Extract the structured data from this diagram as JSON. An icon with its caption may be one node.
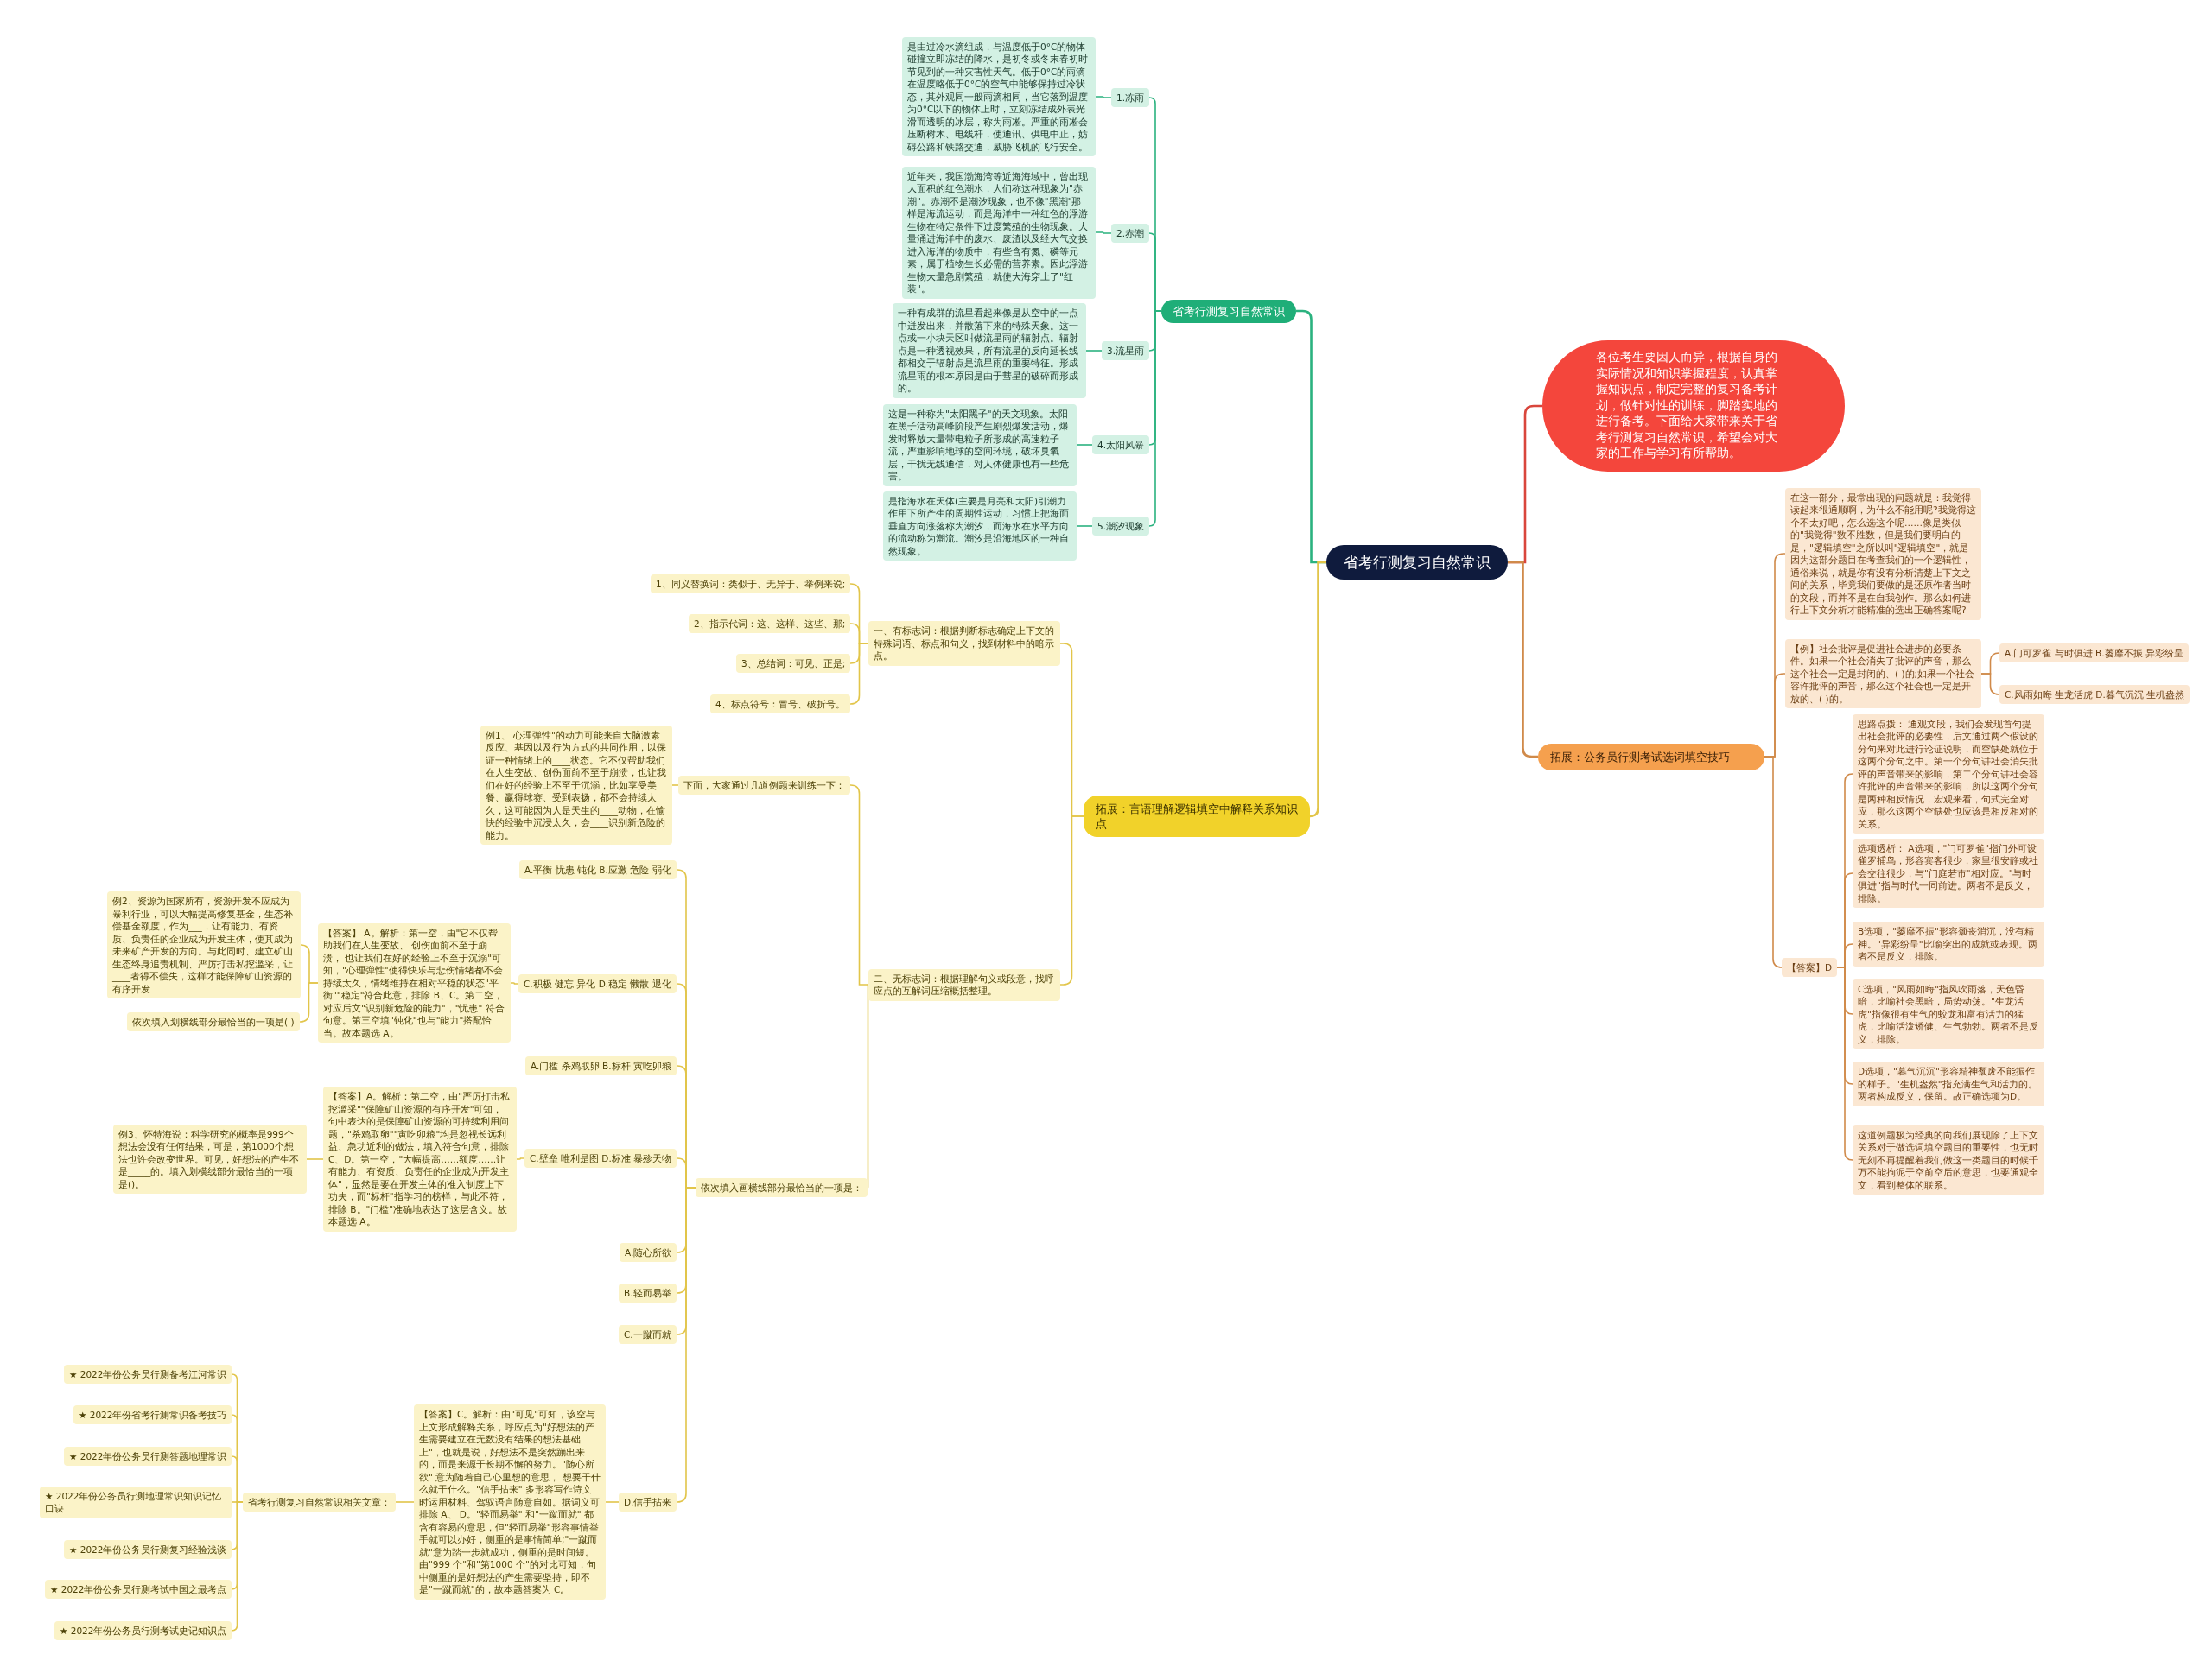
{
  "diagram": {
    "nodes": [
      {
        "text": [
          "省考行测复习自然常识"
        ]
      },
      {
        "text": [
          "省考行测复习自然常识"
        ]
      },
      {
        "text": [
          "1.冻雨"
        ]
      },
      {
        "text": [
          "是由过冷水滴组成，与温度低于0°C的物体碰撞立即冻结的降水，是初冬或冬末春初时节见到的一种灾害性天气。低于0°C的雨滴在温度略低于0°C的空气中能够保持过冷状态，其外观同一般雨滴相同，当它落到温度为0°C以下的物体上时，立刻冻结成外表光滑而透明的冰层，称为雨凇。严重的雨凇会压断树木、电线杆，使通讯、供电中止，妨碍公路和铁路交通，威胁飞机的飞行安全。"
        ]
      },
      {
        "text": [
          "2.赤潮"
        ]
      },
      {
        "text": [
          "近年来，我国渤海湾等近海海域中，曾出现大面积的红色潮水，人们称这种现象为\"赤潮\"。赤潮不是潮汐现象，也不像\"黑潮\"那样是海流运动，而是海洋中一种红色的浮游生物在特定条件下过度繁殖的生物现象。大量涌进海洋中的废水、废渣以及经大气交换进入海洋的物质中，有些含有氮、磷等元素，属于植物生长必需的营养素。因此浮游生物大量急剧繁殖，就使大海穿上了\"红装\"。"
        ]
      },
      {
        "text": [
          "3.流星雨"
        ]
      },
      {
        "text": [
          "一种有成群的流星看起来像是从空中的一点中迸发出来，并散落下来的特殊天象。这一点或一小块天区叫做流星雨的辐射点。辐射点是一种透视效果，所有流星的反向延长线都相交于辐射点是流星雨的重要特征。形成流星雨的根本原因是由于彗星的破碎而形成的。"
        ]
      },
      {
        "text": [
          "4.太阳风暴"
        ]
      },
      {
        "text": [
          "这是一种称为\"太阳黑子\"的天文现象。太阳在黑子活动高峰阶段产生剧烈爆发活动，爆发时释放大量带电粒子所形成的高速粒子流，严重影响地球的空间环境，破坏臭氧层，干扰无线通信，对人体健康也有一些危害。"
        ]
      },
      {
        "text": [
          "5.潮汐现象"
        ]
      },
      {
        "text": [
          "是指海水在天体(主要是月亮和太阳)引潮力作用下所产生的周期性运动，习惯上把海面垂直方向涨落称为潮汐，而海水在水平方向的流动称为潮流。潮汐是沿海地区的一种自然现象。"
        ]
      },
      {
        "text": [
          "各位考生要因人而异，根据自身的实际情况和知识掌握程度，认真掌握知识点，制定完整的复习备考计划，做针对性的训练，脚踏实地的进行备考。下面给大家带来关于省考行测复习自然常识，希望会对大家的工作与学习有所帮助。"
        ]
      },
      {
        "text": [
          "拓展：公务员行测考试选词填空技巧"
        ]
      },
      {
        "text": [
          "在这一部分，最常出现的问题就是：我觉得读起来很通顺啊，为什么不能用呢?我觉得这个不太好吧，怎么选这个呢……像是类似的\"我觉得\"数不胜数，但是我们要明白的是，\"逻辑填空\"之所以叫\"逻辑填空\"，就是因为这部分题目在考查我们的一个逻辑性，通俗来说，就是你有没有分析清楚上下文之间的关系，毕竟我们要做的是还原作者当时的文段，而并不是在自我创作。那么如何进行上下文分析才能精准的选出正确答案呢?"
        ]
      },
      {
        "text": [
          "【例】社会批评是促进社会进步的必要条件。如果一个社会消失了批评的声音，那么这个社会一定是封闭的、( )的;如果一个社会容许批评的声音，那么这个社会也一定是开放的、( )的。"
        ]
      },
      {
        "text": [
          "A.门可罗雀 与时俱进 B.萎靡不振 异彩纷呈"
        ]
      },
      {
        "text": [
          "C.风雨如晦 生龙活虎 D.暮气沉沉 生机盎然"
        ]
      },
      {
        "text": [
          "【答案】D"
        ]
      },
      {
        "text": [
          "思路点拨： 通观文段，我们会发现首句提出社会批评的必要性，后文通过两个假设的分句来对此进行论证说明，而空缺处就位于这两个分句之中。第一个分句讲社会消失批评的声音带来的影响，第二个分句讲社会容许批评的声音带来的影响，所以这两个分句是两种相反情况，宏观来看，句式完全对应，那么这两个空缺处也应该是相反相对的关系。"
        ]
      },
      {
        "text": [
          "选项透析： A选项，\"门可罗雀\"指门外可设雀罗捕鸟，形容宾客很少，家里很安静或社会交往很少，与\"门庭若市\"相对应。\"与时俱进\"指与时代一同前进。两者不是反义，排除。"
        ]
      },
      {
        "text": [
          "B选项，\"萎靡不振\"形容颓丧消沉，没有精神。\"异彩纷呈\"比喻突出的成就或表现。两者不是反义，排除。"
        ]
      },
      {
        "text": [
          "C选项，\"风雨如晦\"指风吹雨落，天色昏暗，比喻社会黑暗，局势动荡。\"生龙活虎\"指像很有生气的蛟龙和富有活力的猛虎，比喻活泼矫健、生气勃勃。两者不是反义，排除。"
        ]
      },
      {
        "text": [
          "D选项，\"暮气沉沉\"形容精神颓废不能振作的样子。\"生机盎然\"指充满生气和活力的。两者构成反义，保留。故正确选项为D。"
        ]
      },
      {
        "text": [
          "这道例题极为经典的向我们展现除了上下文关系对于做选词填空题目的重要性，也无时无刻不再提醒着我们做这一类题目的时候千万不能拘泥于空前空后的意思，也要通观全文，看到整体的联系。"
        ]
      },
      {
        "text": [
          "拓展：言语理解逻辑填空中解释关系知识点"
        ]
      },
      {
        "text": [
          "一、有标志词：根据判断标志确定上下文的特殊词语、标点和句义，找到材料中的暗示点。"
        ]
      },
      {
        "text": [
          "1、同义替换词：类似于、无异于、举例来说;"
        ]
      },
      {
        "text": [
          "2、指示代词：这、这样、这些、那;"
        ]
      },
      {
        "text": [
          "3、总结词：可见、正是;"
        ]
      },
      {
        "text": [
          "4、标点符号：冒号、破折号。"
        ]
      },
      {
        "text": [
          "二、无标志词：根据理解句义或段意，找呼应点的互解词压缩概括整理。"
        ]
      },
      {
        "text": [
          "下面，大家通过几道例题来训练一下："
        ]
      },
      {
        "text": [
          "例1、 心理弹性\"的动力可能来自大脑激素反应、基因以及行为方式的共同作用，以保证一种情绪上的____状态。它不仅帮助我们在人生变故、创伤面前不至于崩溃，也让我们在好的经验上不至于沉溺，比如享受美餐、赢得球赛、受到表扬，都不会持续太久，这可能因为人是天生的____动物，在愉快的经验中沉浸太久，会____识别新危险的能力。"
        ]
      },
      {
        "text": [
          "依次填入画横线部分最恰当的一项是："
        ]
      },
      {
        "text": [
          "A.平衡 忧患 钝化 B.应激 危险 弱化"
        ]
      },
      {
        "text": [
          "C.积极 健忘 异化 D.稳定 懒散 退化"
        ]
      },
      {
        "text": [
          "【答案】 A。解析：第一空，由\"它不仅帮助我们在人生变故、 创伤面前不至于崩溃， 也让我们在好的经验上不至于沉溺\"可知，\"心理弹性\"使得快乐与悲伤情绪都不会持续太久，情绪维持在相对平稳的状态\"平衡\"\"稳定\"符合此意，排除 B、C。第二空，对应后文\"识别新危险的能力\"，\"忧患\" 符合句意。第三空填\"钝化\"也与\"能力\"搭配恰当。故本题选 A。"
        ]
      },
      {
        "text": [
          "例2、资源为国家所有，资源开发不应成为暴利行业，可以大幅提高修复基金，生态补偿基金额度，作为___，让有能力、有资质、负责任的企业成为开发主体，使其成为未来矿产开发的方向。与此同时、建立矿山生态终身追责机制、严厉打击私挖滥采，让____者得不偿失，这样才能保障矿山资源的有序开发"
        ]
      },
      {
        "text": [
          "依次填入划横线部分最恰当的一项是( )"
        ]
      },
      {
        "text": [
          "A.门槛 杀鸡取卵 B.标杆 寅吃卯粮"
        ]
      },
      {
        "text": [
          "C.壁垒 唯利是图 D.标准 暴殄天物"
        ]
      },
      {
        "text": [
          "【答案】A。解析：第二空，由\"严厉打击私挖滥采\"\"保障矿山资源的有序开发\"可知，句中表达的是保障矿山资源的可持续利用问题，\"杀鸡取卵\"\"寅吃卯粮\"均是忽视长远利益、急功近利的做法，填入符合句意，排除 C、D。第一空，\"大幅提高……额度……让有能力、有资质、负责任的企业成为开发主体\"，显然是要在开发主体的准入制度上下功夫，而\"标杆\"指学习的榜样，与此不符，排除 B。\"门槛\"准确地表达了这层含义。故本题选 A。"
        ]
      },
      {
        "text": [
          "例3、怀特海说：科学研究的概率是999个想法会没有任何结果，可是，第1000个想法也许会改变世界。可见，好想法的产生不是_____的。填入划横线部分最恰当的一项是()。"
        ]
      },
      {
        "text": [
          "A.随心所欲"
        ]
      },
      {
        "text": [
          "B.轻而易举"
        ]
      },
      {
        "text": [
          "C.一蹴而就"
        ]
      },
      {
        "text": [
          "D.信手拈来"
        ]
      },
      {
        "text": [
          "【答案】C。解析：由\"可见\"可知，该空与上文形成解释关系，呼应点为\"好想法的产生需要建立在无数没有结果的想法基础上\"，也就是说，好想法不是突然蹦出来的，而是来源于长期不懈的努力。\"随心所欲\" 意为随着自己心里想的意思， 想要干什么就干什么。\"信手拈来\" 多形容写作诗文时运用材料、驾驭语言随意自如。据词义可排除 A、 D。\"轻而易举\" 和\"一蹴而就\" 都含有容易的意思，但\"轻而易举\"形容事情举手就可以办好，侧重的是事情简单;\"一蹴而就\"意为踏一步就成功，侧重的是时间短。由\"999 个\"和\"第1000 个\"的对比可知，句中侧重的是好想法的产生需要坚持，即不是\"一蹴而就\"的，故本题答案为 C。"
        ]
      },
      {
        "text": [
          "省考行测复习自然常识相关文章："
        ]
      },
      {
        "text": [
          "★ 2022年份公务员行测备考江河常识"
        ]
      },
      {
        "text": [
          "★ 2022年份省考行测常识备考技巧"
        ]
      },
      {
        "text": [
          "★ 2022年份公务员行测答题地理常识"
        ]
      },
      {
        "text": [
          "★ 2022年份公务员行测地理常识知识记忆口诀"
        ]
      },
      {
        "text": [
          "★ 2022年份公务员行测复习经验浅谈"
        ]
      },
      {
        "text": [
          "★ 2022年份公务员行测考试中国之最考点"
        ]
      },
      {
        "text": [
          "★ 2022年份公务员行测考试史记知识点"
        ]
      }
    ],
    "edges": [
      {
        "from": 0,
        "to": 1,
        "arrow": "none",
        "color": "#2bb27f"
      },
      {
        "from": 1,
        "to": 2,
        "arrow": "none",
        "color": "#2bb27f"
      },
      {
        "from": 2,
        "to": 3,
        "arrow": "none",
        "color": "#2bb27f"
      },
      {
        "from": 1,
        "to": 4,
        "arrow": "none",
        "color": "#2bb27f"
      },
      {
        "from": 4,
        "to": 5,
        "arrow": "none",
        "color": "#2bb27f"
      },
      {
        "from": 1,
        "to": 6,
        "arrow": "none",
        "color": "#2bb27f"
      },
      {
        "from": 6,
        "to": 7,
        "arrow": "none",
        "color": "#2bb27f"
      },
      {
        "from": 1,
        "to": 8,
        "arrow": "none",
        "color": "#2bb27f"
      },
      {
        "from": 8,
        "to": 9,
        "arrow": "none",
        "color": "#2bb27f"
      },
      {
        "from": 1,
        "to": 10,
        "arrow": "none",
        "color": "#2bb27f"
      },
      {
        "from": 10,
        "to": 11,
        "arrow": "none",
        "color": "#2bb27f"
      },
      {
        "from": 0,
        "to": 12,
        "arrow": "none",
        "color": "#d9463c"
      },
      {
        "from": 0,
        "to": 13,
        "arrow": "none",
        "color": "#d08a4a"
      },
      {
        "from": 13,
        "to": 14,
        "arrow": "none",
        "color": "#d08a4a"
      },
      {
        "from": 13,
        "to": 15,
        "arrow": "none",
        "color": "#d08a4a"
      },
      {
        "from": 15,
        "to": 16,
        "arrow": "none",
        "color": "#d08a4a"
      },
      {
        "from": 15,
        "to": 17,
        "arrow": "none",
        "color": "#d08a4a"
      },
      {
        "from": 13,
        "to": 18,
        "arrow": "none",
        "color": "#d08a4a"
      },
      {
        "from": 18,
        "to": 19,
        "arrow": "none",
        "color": "#d08a4a"
      },
      {
        "from": 18,
        "to": 20,
        "arrow": "none",
        "color": "#d08a4a"
      },
      {
        "from": 18,
        "to": 21,
        "arrow": "none",
        "color": "#d08a4a"
      },
      {
        "from": 18,
        "to": 22,
        "arrow": "none",
        "color": "#d08a4a"
      },
      {
        "from": 18,
        "to": 23,
        "arrow": "none",
        "color": "#d08a4a"
      },
      {
        "from": 18,
        "to": 24,
        "arrow": "none",
        "color": "#d08a4a"
      },
      {
        "from": 0,
        "to": 25,
        "arrow": "none"
      },
      {
        "from": 25,
        "to": 26,
        "arrow": "none"
      },
      {
        "from": 26,
        "to": 27,
        "arrow": "none"
      },
      {
        "from": 26,
        "to": 28,
        "arrow": "none"
      },
      {
        "from": 26,
        "to": 29,
        "arrow": "none"
      },
      {
        "from": 26,
        "to": 30,
        "arrow": "none"
      },
      {
        "from": 25,
        "to": 31,
        "arrow": "none"
      },
      {
        "from": 31,
        "to": 32,
        "arrow": "none"
      },
      {
        "from": 32,
        "to": 33,
        "arrow": "none"
      },
      {
        "from": 31,
        "to": 34,
        "arrow": "none"
      },
      {
        "from": 34,
        "to": 35,
        "arrow": "none"
      },
      {
        "from": 34,
        "to": 36,
        "arrow": "none"
      },
      {
        "from": 36,
        "to": 37,
        "arrow": "none"
      },
      {
        "from": 37,
        "to": 38,
        "arrow": "none"
      },
      {
        "from": 37,
        "to": 39,
        "arrow": "none"
      },
      {
        "from": 34,
        "to": 40,
        "arrow": "none"
      },
      {
        "from": 34,
        "to": 41,
        "arrow": "none"
      },
      {
        "from": 41,
        "to": 42,
        "arrow": "none"
      },
      {
        "from": 42,
        "to": 43,
        "arrow": "none"
      },
      {
        "from": 34,
        "to": 44,
        "arrow": "none"
      },
      {
        "from": 34,
        "to": 45,
        "arrow": "none"
      },
      {
        "from": 34,
        "to": 46,
        "arrow": "none"
      },
      {
        "from": 34,
        "to": 47,
        "arrow": "none"
      },
      {
        "from": 47,
        "to": 48,
        "arrow": "none"
      },
      {
        "from": 48,
        "to": 49,
        "arrow": "none"
      },
      {
        "from": 49,
        "to": 50,
        "arrow": "none"
      },
      {
        "from": 49,
        "to": 51,
        "arrow": "none"
      },
      {
        "from": 49,
        "to": 52,
        "arrow": "none"
      },
      {
        "from": 49,
        "to": 53,
        "arrow": "none"
      },
      {
        "from": 49,
        "to": 54,
        "arrow": "none"
      },
      {
        "from": 49,
        "to": 55,
        "arrow": "none"
      },
      {
        "from": 49,
        "to": 56,
        "arrow": "none"
      }
    ]
  }
}
